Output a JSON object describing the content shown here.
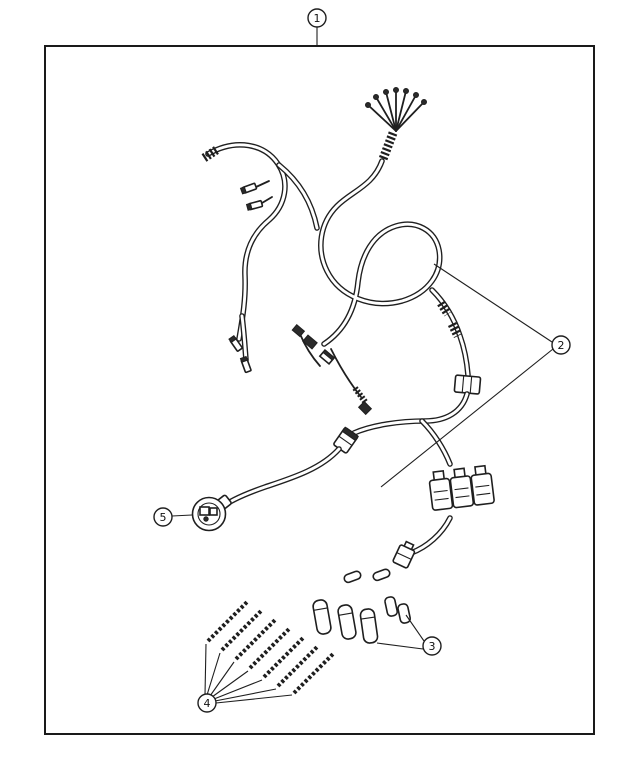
{
  "colors": {
    "background": "#ffffff",
    "line": "#1f1f1f"
  },
  "figure": {
    "callouts": [
      {
        "label": "1"
      },
      {
        "label": "2"
      },
      {
        "label": "3"
      },
      {
        "label": "4"
      },
      {
        "label": "5"
      }
    ]
  }
}
